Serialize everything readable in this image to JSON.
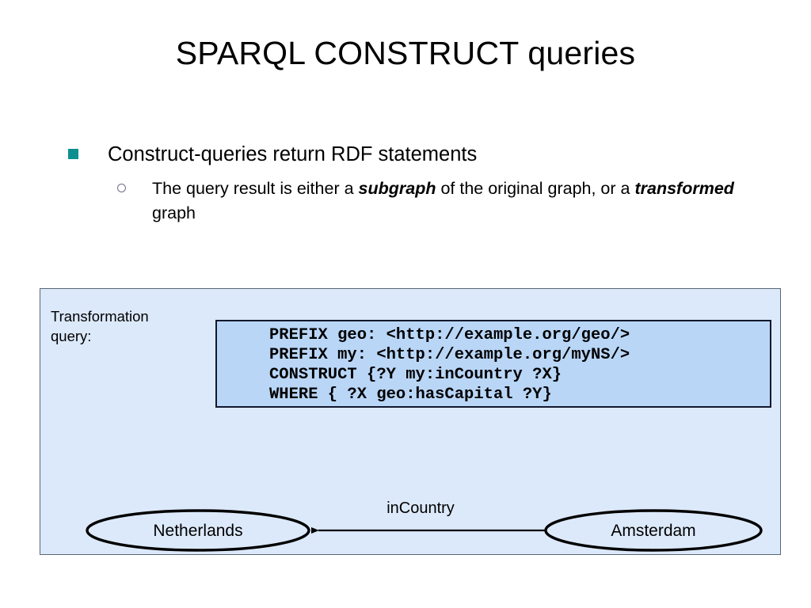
{
  "slide": {
    "title": "SPARQL CONSTRUCT queries"
  },
  "bullets": {
    "level1": {
      "marker": "square-bullet-icon",
      "text": "Construct-queries return RDF statements"
    },
    "level2": {
      "marker": "circle-bullet-icon",
      "part1": "The query result is either a ",
      "emphasis1": "subgraph",
      "part2": " of the original graph, or a ",
      "emphasis2": "transformed",
      "part3": " graph"
    }
  },
  "panel": {
    "label": "Transformation query:",
    "code": {
      "line1": "PREFIX geo: <http://example.org/geo/>",
      "line2": "PREFIX my: <http://example.org/myNS/>",
      "line3": "CONSTRUCT {?Y my:inCountry ?X}",
      "line4": "WHERE { ?X geo:hasCapital ?Y}"
    },
    "graph": {
      "node_left": "Netherlands",
      "node_right": "Amsterdam",
      "edge_label": "inCountry"
    }
  },
  "colors": {
    "bullet_square": "#0e8f8f",
    "bullet_circle": "#6e6e8c",
    "panel_bg": "#dce9fb",
    "panel_border": "#5a6675",
    "code_bg": "#b9d6f7",
    "code_border": "#12182b",
    "node_stroke": "#000000"
  }
}
